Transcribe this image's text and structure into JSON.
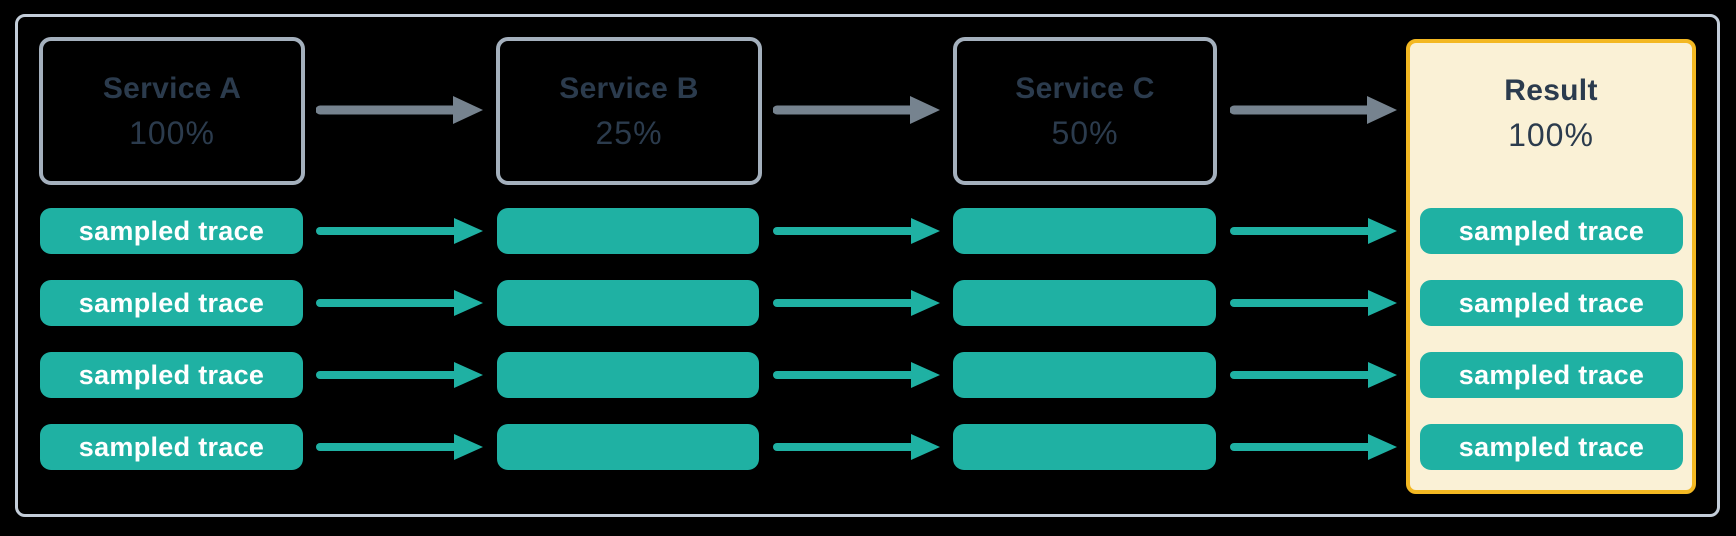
{
  "diagram": {
    "description": "Distributed trace sampling flow across services",
    "services": [
      {
        "name": "Service A",
        "rate": "100%"
      },
      {
        "name": "Service B",
        "rate": "25%"
      },
      {
        "name": "Service C",
        "rate": "50%"
      }
    ],
    "result": {
      "name": "Result",
      "rate": "100%"
    },
    "trace_label": "sampled trace",
    "trace_rows": 4,
    "colors": {
      "background": "#000000",
      "frame_border": "#C3CDD9",
      "service_box_border": "#A4B0BD",
      "service_text": "#2B3B4D",
      "trace_teal": "#1FB1A3",
      "trace_text": "#FFFFFF",
      "arrow_gray": "#76838F",
      "result_fill": "#FAF1D6",
      "result_border": "#F3B822"
    }
  }
}
